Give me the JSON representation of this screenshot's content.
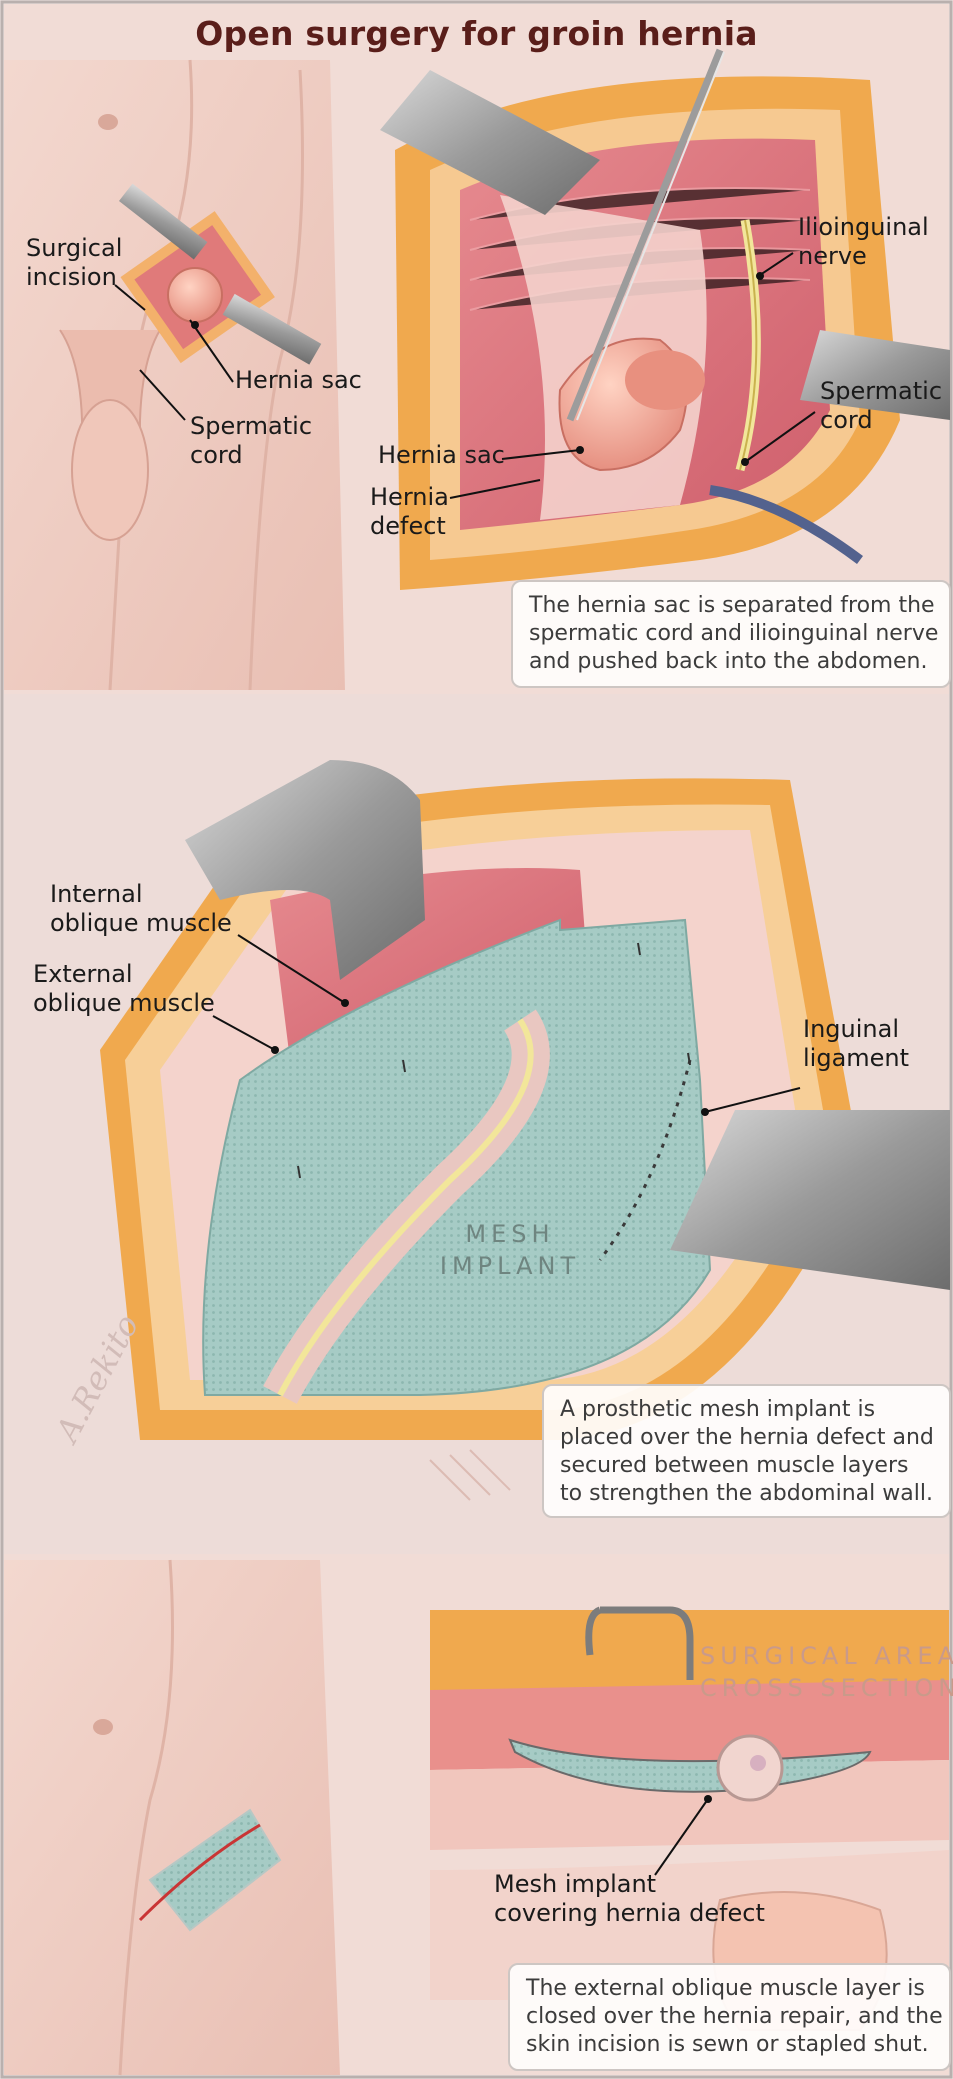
{
  "title": "Open surgery for groin hernia",
  "panel1": {
    "labels": {
      "surgical_incision": [
        "Surgical",
        "incision"
      ],
      "hernia_sac_left": "Hernia sac",
      "spermatic_cord_left": [
        "Spermatic",
        "cord"
      ],
      "ilioinguinal_nerve": [
        "Ilioinguinal",
        "nerve"
      ],
      "spermatic_cord_right": [
        "Spermatic",
        "cord"
      ],
      "hernia_sac_right": "Hernia sac",
      "hernia_defect": [
        "Hernia",
        "defect"
      ]
    },
    "caption": [
      "The hernia sac is separated from the",
      "spermatic cord and ilioinguinal nerve",
      "and pushed back into the abdomen."
    ]
  },
  "panel2": {
    "labels": {
      "internal_oblique": [
        "Internal",
        "oblique muscle"
      ],
      "external_oblique": [
        "External",
        "oblique muscle"
      ],
      "inguinal_ligament": [
        "Inguinal",
        "ligament"
      ],
      "mesh_implant": [
        "MESH",
        "IMPLANT"
      ]
    },
    "caption": [
      "A prosthetic mesh implant is",
      "placed over the hernia defect and",
      "secured between muscle layers",
      "to strengthen the abdominal wall."
    ],
    "signature": "A.Rekito"
  },
  "panel3": {
    "labels": {
      "cross_section": [
        "SURGICAL AREA",
        "CROSS SECTION"
      ],
      "mesh_covering": [
        "Mesh implant",
        "covering hernia defect"
      ]
    },
    "caption": [
      "The external oblique muscle layer is",
      "closed over the hernia repair, and the",
      "skin incision is sewn or stapled shut."
    ]
  },
  "colors": {
    "title": "#5a1e1a",
    "skin": "#f0cfc4",
    "muscle": "#d9707a",
    "mesh": "#a9ccc6",
    "fat": "#f0a94e",
    "accent_label": "#c99a8a"
  }
}
